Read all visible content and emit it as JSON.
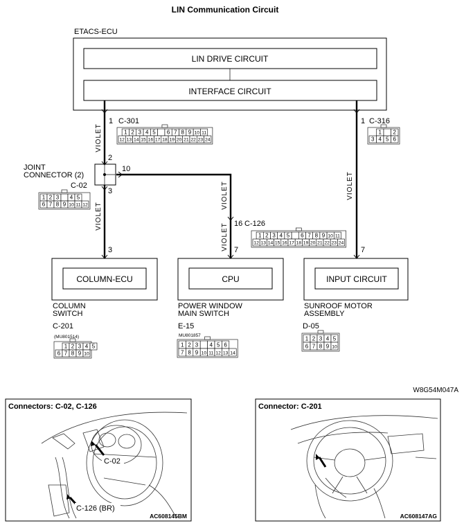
{
  "title": "LIN Communication Circuit",
  "etacs": {
    "label": "ETACS-ECU",
    "lin_drive": "LIN DRIVE CIRCUIT",
    "interface": "INTERFACE CIRCUIT"
  },
  "wire_color": "VIOLET",
  "pins": {
    "etacs_left": "1",
    "etacs_right": "1",
    "jc_top": "2",
    "jc_right": "10",
    "jc_bottom": "3",
    "column_in": "3",
    "pw_16": "16",
    "pw_7": "7",
    "sunroof_7": "7"
  },
  "connectors": {
    "c301": {
      "code": "C-301",
      "row1": [
        "1",
        "2",
        "3",
        "4",
        "5",
        "",
        "6",
        "7",
        "8",
        "9",
        "10",
        "11"
      ],
      "row2": [
        "12",
        "13",
        "14",
        "15",
        "16",
        "17",
        "18",
        "19",
        "20",
        "21",
        "22",
        "23",
        "24"
      ]
    },
    "c316": {
      "code": "C-316",
      "row1": [
        "1",
        "",
        "2"
      ],
      "row2": [
        "3",
        "4",
        "5",
        "6"
      ]
    },
    "c02": {
      "code": "C-02",
      "row1": [
        "1",
        "2",
        "3",
        "",
        "4",
        "5"
      ],
      "row2": [
        "6",
        "7",
        "8",
        "9",
        "10",
        "11",
        "12"
      ]
    },
    "c126": {
      "code": "C-126",
      "row1": [
        "1",
        "2",
        "3",
        "4",
        "5",
        "",
        "6",
        "7",
        "8",
        "9",
        "10",
        "11"
      ],
      "row2": [
        "12",
        "13",
        "14",
        "15",
        "16",
        "17",
        "18",
        "19",
        "20",
        "21",
        "22",
        "23",
        "24"
      ]
    },
    "c201": {
      "code": "C-201",
      "part": "(MU801514)",
      "row1": [
        "1",
        "2",
        "3",
        "4",
        "5"
      ],
      "row2": [
        "6",
        "7",
        "8",
        "9",
        "10"
      ]
    },
    "e15": {
      "code": "E-15",
      "part": "MU801857",
      "row1": [
        "1",
        "2",
        "3",
        "",
        "4",
        "5",
        "6"
      ],
      "row2": [
        "7",
        "8",
        "9",
        "10",
        "11",
        "12",
        "13",
        "14"
      ]
    },
    "d05": {
      "code": "D-05",
      "row1": [
        "1",
        "2",
        "3",
        "4",
        "5"
      ],
      "row2": [
        "6",
        "7",
        "8",
        "9",
        "10"
      ]
    }
  },
  "joint_connector": {
    "line1": "JOINT",
    "line2": "CONNECTOR (2)"
  },
  "components": {
    "column": {
      "inner": "COLUMN-ECU",
      "line1": "COLUMN",
      "line2": "SWITCH"
    },
    "power_window": {
      "inner": "CPU",
      "line1": "POWER WINDOW",
      "line2": "MAIN SWITCH"
    },
    "sunroof": {
      "inner": "INPUT CIRCUIT",
      "line1": "SUNROOF MOTOR",
      "line2": "ASSEMBLY"
    }
  },
  "figure_code": "W8G54M047A",
  "panels": {
    "left": {
      "title": "Connectors: C-02, C-126",
      "callout1": "C-02",
      "callout2": "C-126 (BR)",
      "code": "AC608145BM"
    },
    "right": {
      "title": "Connector: C-201",
      "code": "AC608147AG"
    }
  }
}
